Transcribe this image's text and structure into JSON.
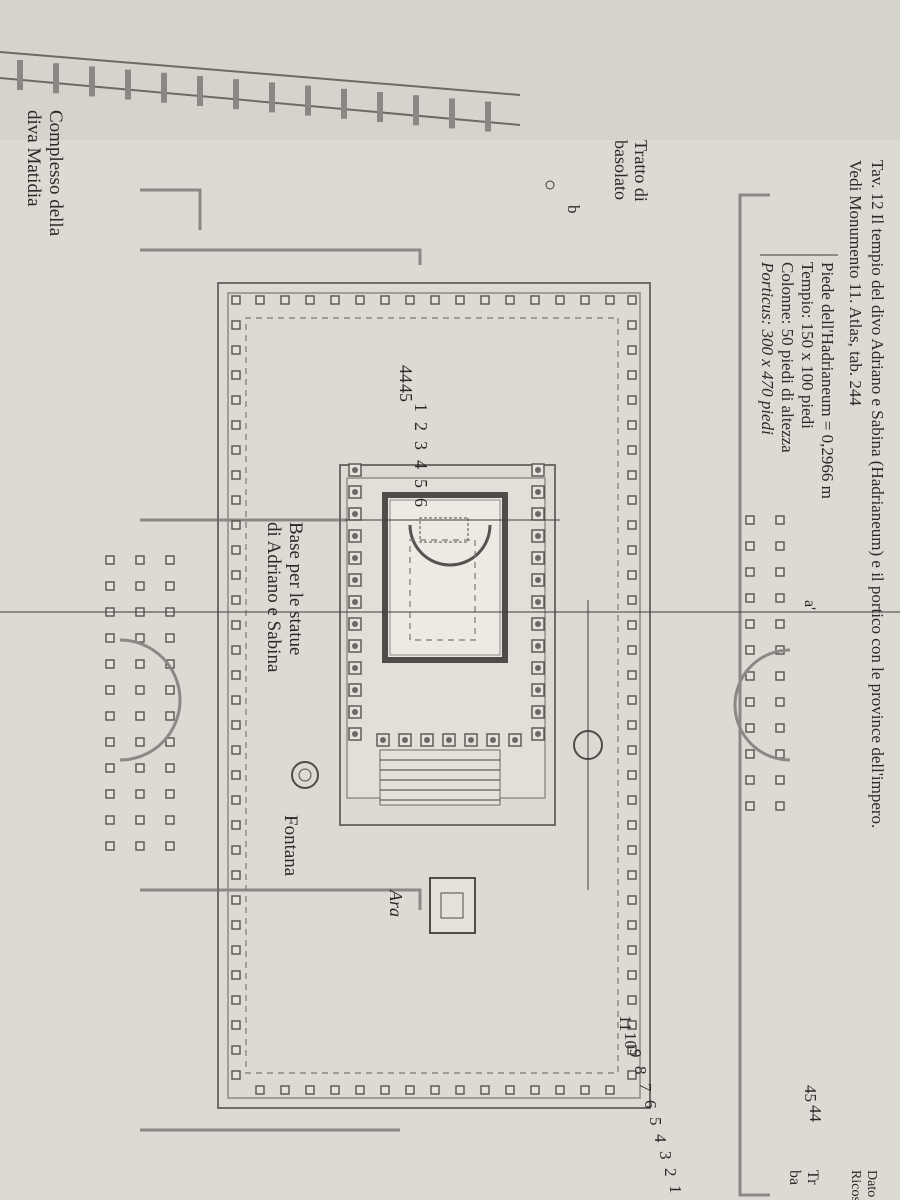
{
  "header": {
    "line1": "Tav. 12 Il tempio del divo Adriano e Sabina (Hadrianeum) e il portico con le province dell'impero.",
    "line2": "Vedi Monumento 11. Atlas, tab. 244"
  },
  "info": {
    "piede": "Piede dell'Hadrianeum = 0,2966 m",
    "tempio": "Tempio: 150 x 100 piedi",
    "colonne": "Colonne: 50 piedi di altezza",
    "porticus": "Porticus: 300 x 470 piedi"
  },
  "labels": {
    "tratto_line1": "Tratto di",
    "tratto_line2": "basolato",
    "complesso_line1": "Complesso della",
    "complesso_line2": "diva Matidia",
    "base_line1": "Base per le statue",
    "base_line2": "di Adriano e Sabina",
    "fontana": "Fontana",
    "ara": "Ara",
    "marker_a": "a'",
    "marker_b": "b",
    "right_edge_1": "Tr",
    "right_edge_2": "ba",
    "legend_1": "Dato arch",
    "legend_2": "Ricostru"
  },
  "numbering": {
    "left_column": [
      "44",
      "45",
      "1",
      "2",
      "3",
      "4",
      "5",
      "6"
    ],
    "right_row_1": [
      "11",
      "10",
      "9",
      "8",
      "7",
      "6",
      "5",
      "4",
      "3",
      "2",
      "1"
    ],
    "right_row_2": [
      "45",
      "44"
    ]
  }
}
